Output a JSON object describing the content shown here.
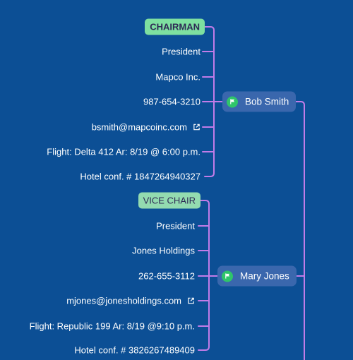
{
  "groups": [
    {
      "tag": "CHAIRMAN",
      "name": "Bob Smith",
      "details": {
        "title": "President",
        "company": "Mapco Inc.",
        "phone": "987-654-3210",
        "email": "bsmith@mapcoinc.com",
        "flight": "Flight: Delta 412 Ar: 8/19 @ 6:00 p.m.",
        "hotel": "Hotel conf. # 1847264940327"
      }
    },
    {
      "tag": "VICE CHAIR",
      "name": "Mary Jones",
      "details": {
        "title": "President",
        "company": "Jones Holdings",
        "phone": "262-655-3112",
        "email": "mjones@jonesholdings.com",
        "flight": "Flight: Republic 199 Ar: 8/19 @9:10 p.m.",
        "hotel": "Hotel conf. # 3826267489409"
      }
    }
  ],
  "colors": {
    "background": "#0c4f95",
    "connector": "#c27ce8",
    "node": "#3a67ad",
    "chair_tag": "#7ee0a0",
    "vice_tag": "#93dbb0",
    "flag": "#2fc56a"
  },
  "icons": [
    "flag-icon",
    "external-link-icon"
  ]
}
